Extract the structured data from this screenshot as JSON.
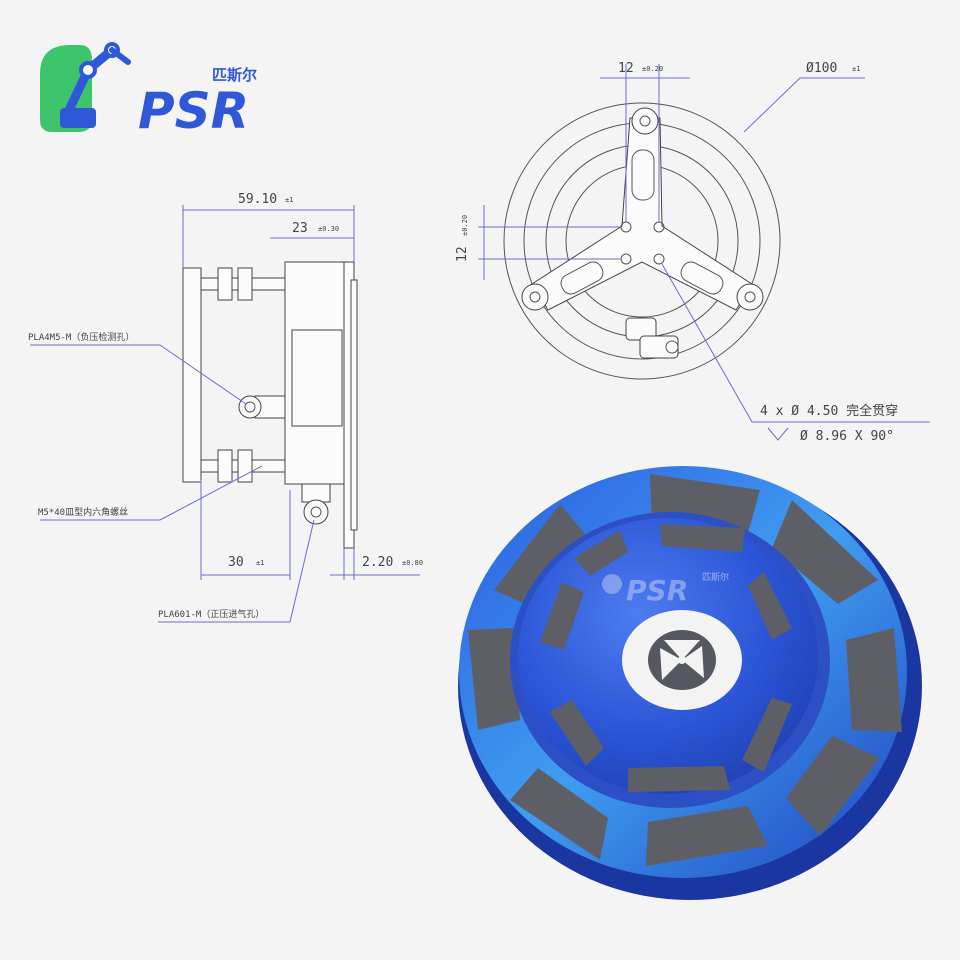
{
  "brand": {
    "name": "PSR",
    "name_cn": "匹斯尔",
    "primary_color": "#2f58d8",
    "accent_color": "#3ec46d"
  },
  "side_view": {
    "dim_total": "59.10",
    "dim_total_tol": "±1",
    "dim_depth": "23",
    "dim_depth_tol": "±0.30",
    "dim_base": "30",
    "dim_base_tol": "±1",
    "dim_thickness": "2.20",
    "dim_thickness_tol": "±0.80",
    "label_vacuum_port": "PLA4M5-M（负压检测孔）",
    "label_screw": "M5*40皿型内六角螺丝",
    "label_air_port": "PLA601-M（正压进气孔）"
  },
  "top_view": {
    "dim_hole_spacing": "12",
    "dim_hole_spacing_tol": "±0.20",
    "dim_diameter": "Ø100",
    "dim_diameter_tol": "±1",
    "dim_vertical_spacing": "12",
    "dim_vertical_spacing_tol": "±0.20",
    "hole_spec_line1": "4 x Ø 4.50 完全贯穿",
    "hole_spec_line2": "Ø 8.96 X 90°"
  },
  "product_render": {
    "watermark_name": "PSR",
    "watermark_cn": "匹斯尔",
    "body_color": "#2a55d6",
    "pad_color": "#5e5f66"
  }
}
